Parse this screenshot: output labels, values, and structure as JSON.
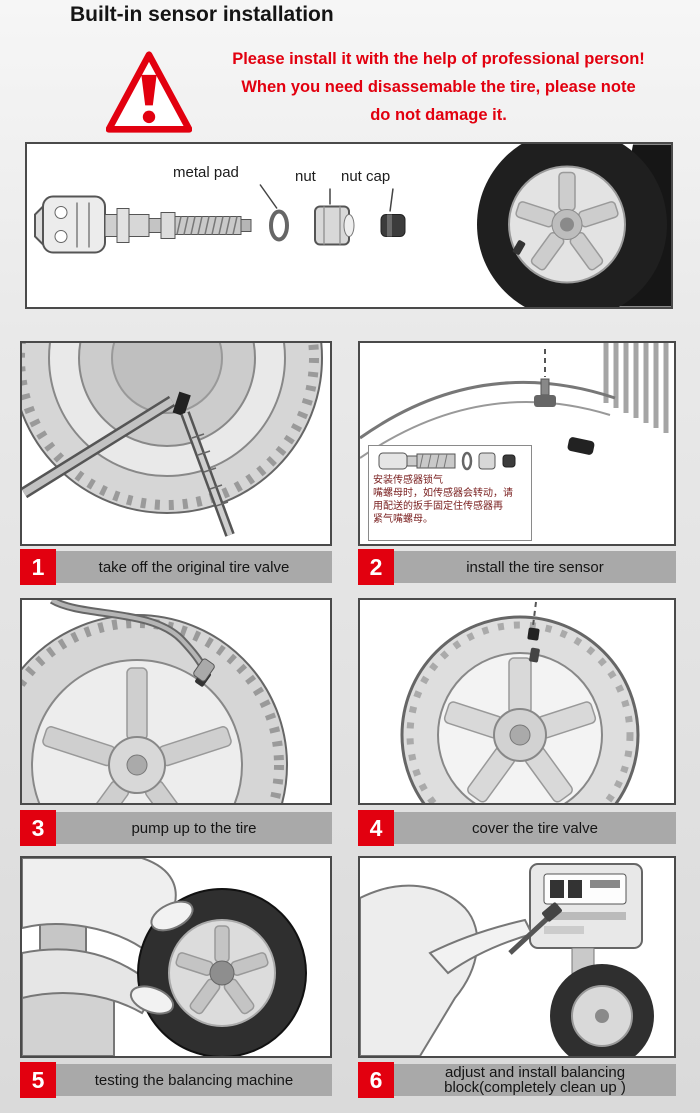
{
  "title": "Built-in sensor installation",
  "warning": {
    "line1": "Please install it with the help of professional person!",
    "line2": "When you need disassemable the tire, please note",
    "line3": "do not damage it."
  },
  "parts": {
    "label_metal_pad": "metal pad",
    "label_nut": "nut",
    "label_nut_cap": "nut cap"
  },
  "steps": [
    {
      "num": "1",
      "label": "take off the original tire valve"
    },
    {
      "num": "2",
      "label": "install the tire sensor",
      "note": "安装传感器锁气\n嘴螺母时，如传感器会转动，请\n用配送的扳手固定住传感器再\n紧气嘴螺母。"
    },
    {
      "num": "3",
      "label": "pump up to the tire"
    },
    {
      "num": "4",
      "label": "cover the tire valve"
    },
    {
      "num": "5",
      "label": "testing the balancing machine"
    },
    {
      "num": "6",
      "label": "adjust and install balancing block(completely clean up )"
    }
  ],
  "colors": {
    "accent_red": "#e2000f",
    "label_bar_gray": "#a9a9a9",
    "note_text": "#7b2222"
  }
}
